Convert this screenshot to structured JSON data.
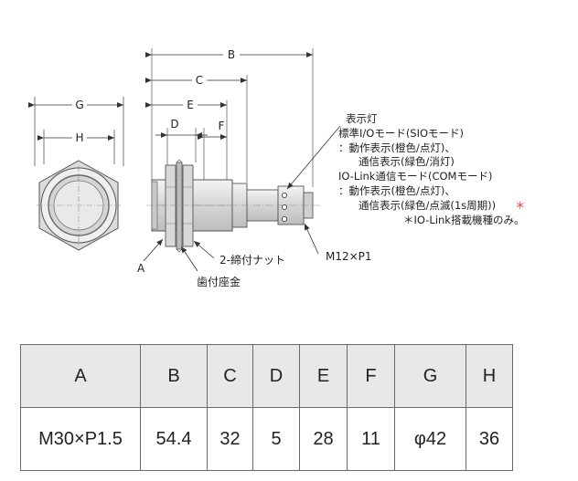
{
  "labels": {
    "G": "G",
    "H": "H",
    "B": "B",
    "C": "C",
    "E": "E",
    "D": "D",
    "F": "F",
    "A": "A",
    "nut": "2-締付ナット",
    "washer": "歯付座金",
    "connector": "M12×P1"
  },
  "notes": [
    "表示灯",
    "標準I/Oモード(SIOモード)",
    "：動作表示(橙色/点灯)、",
    "通信表示(緑色/消灯)",
    "IO-Link通信モード(COMモード)",
    "：動作表示(橙色/点灯)、",
    "通信表示(緑色/点滅(1s周期))",
    "＊IO-Link搭載機種のみ。"
  ],
  "note_star": "＊",
  "table": {
    "headers": [
      "A",
      "B",
      "C",
      "D",
      "E",
      "F",
      "G",
      "H"
    ],
    "values": [
      "M30×P1.5",
      "54.4",
      "32",
      "5",
      "28",
      "11",
      "φ42",
      "36"
    ]
  }
}
